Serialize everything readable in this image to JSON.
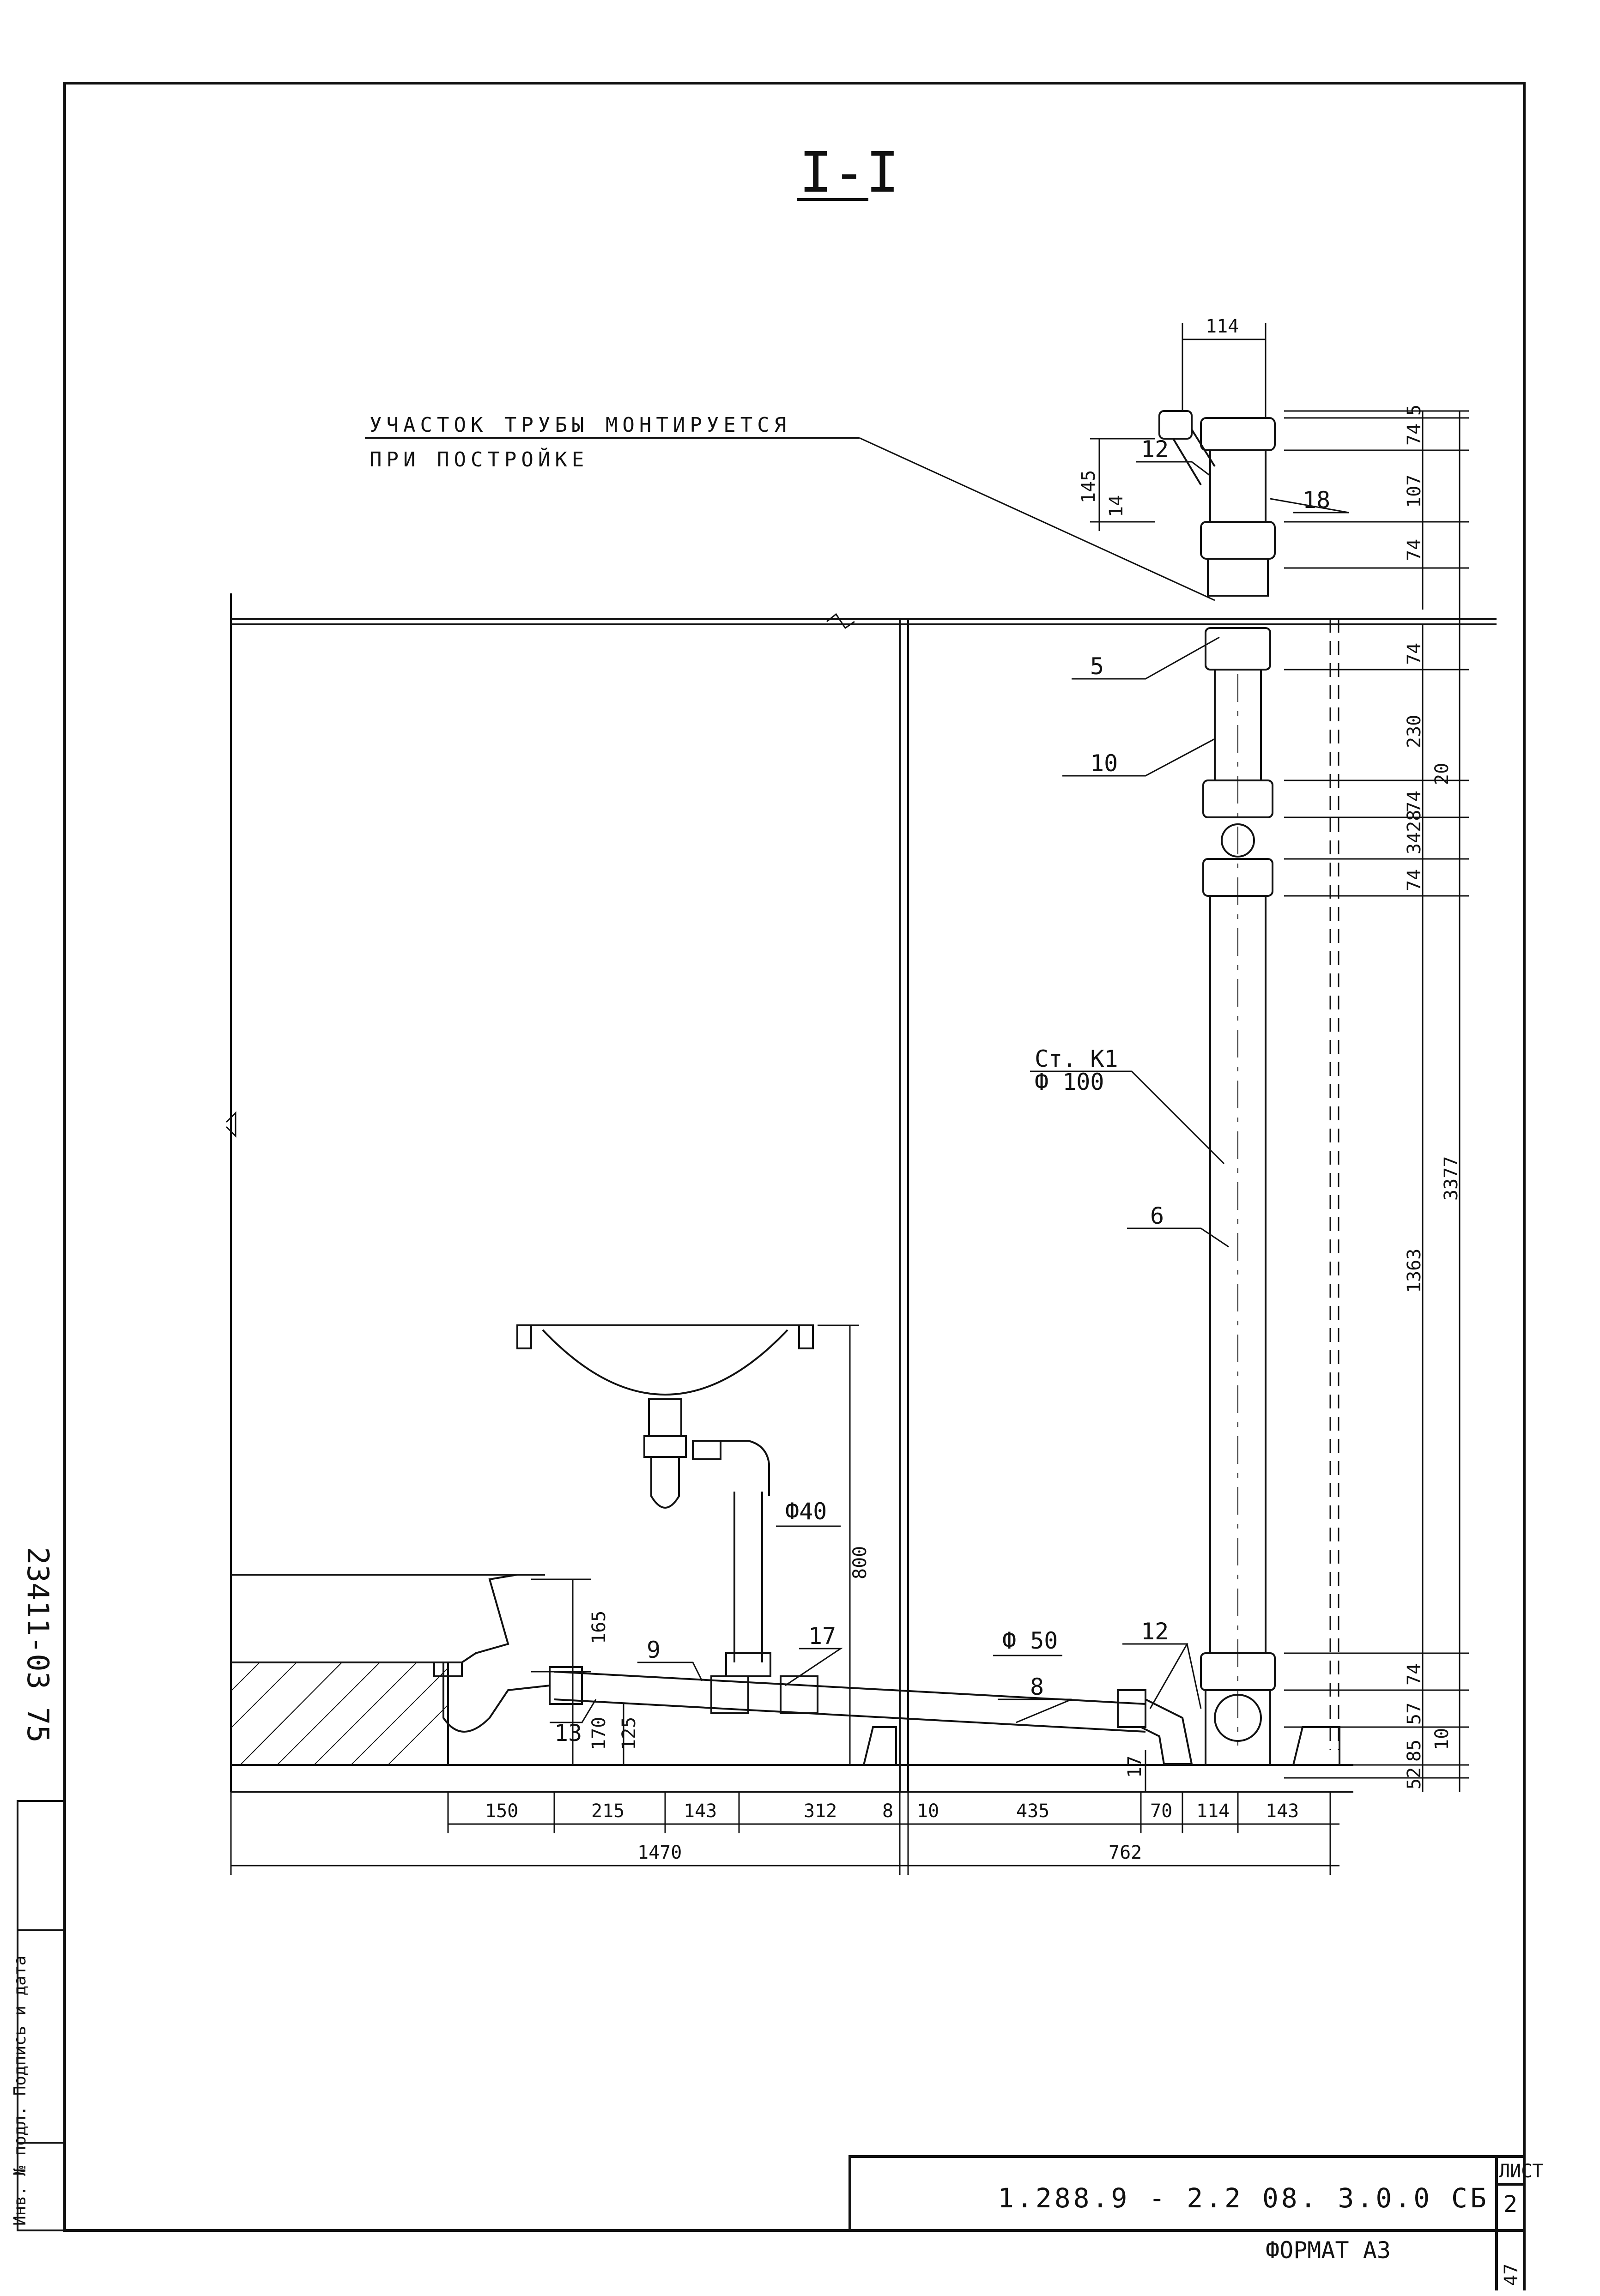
{
  "section_title": "I-I",
  "note": {
    "line1": "УЧАСТОК ТРУБЫ МОНТИРУЕТСЯ",
    "line2": "ПРИ ПОСТРОЙКЕ"
  },
  "riser_label": {
    "line1": "Ст. К1",
    "line2": "Ф 100"
  },
  "diameters": {
    "d40": "Ф40",
    "d50": "Ф 50"
  },
  "callouts": {
    "c5": "5",
    "c6": "6",
    "c8": "8",
    "c9": "9",
    "c10": "10",
    "c12_top": "12",
    "c12_bottom": "12",
    "c13": "13",
    "c17": "17",
    "c18": "18"
  },
  "dims_top": {
    "d114": "114",
    "d5": "5",
    "d74a": "74",
    "d107": "107",
    "d74b": "74",
    "d145": "145",
    "d14": "14"
  },
  "dims_riser": {
    "d74c": "74",
    "d230": "230",
    "d20": "20",
    "d74d": "74",
    "d3428": "3428",
    "d74e": "74",
    "d1363": "1363",
    "d3377": "3377",
    "d74f": "74",
    "d57": "57",
    "d10": "10",
    "d85": "85",
    "d52": "52"
  },
  "dims_fixture": {
    "d800": "800",
    "d165": "165",
    "d170": "170",
    "d125": "125",
    "d17": "17"
  },
  "dims_bottom": {
    "d150": "150",
    "d215": "215",
    "d143a": "143",
    "d312": "312",
    "d8": "8",
    "d10b": "10",
    "d435": "435",
    "d70": "70",
    "d114b": "114",
    "d143b": "143",
    "d1470": "1470",
    "d762": "762"
  },
  "title_block": {
    "code": "1.288.9 - 2.2 08. 3.0.0 СБ",
    "sheet_label": "ЛИСТ",
    "sheet_number": "2",
    "format": "ФОРМАТ А3",
    "page_mark": "47"
  },
  "side_inventory": "23411-03 75",
  "side_stamp": "Инв. № подл. Подпись и дата"
}
